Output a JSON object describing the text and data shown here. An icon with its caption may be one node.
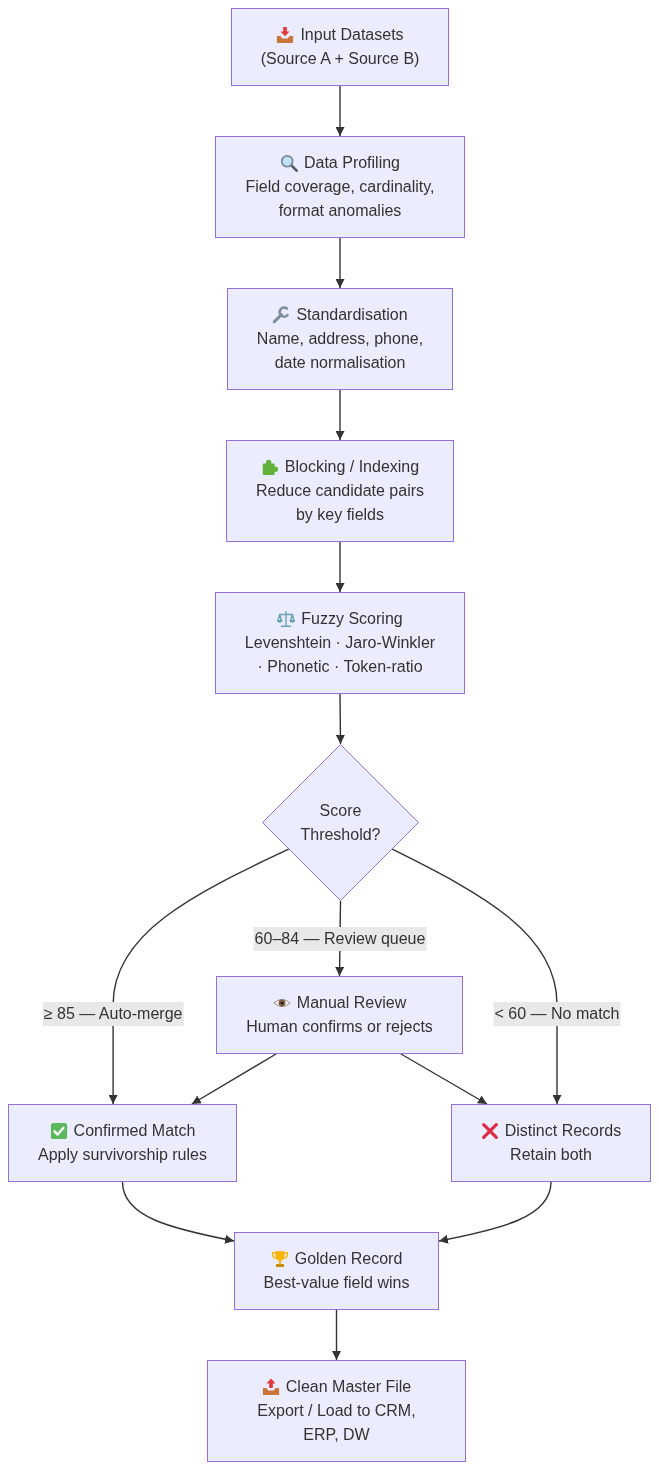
{
  "diagram": {
    "nodes": [
      {
        "text": [
          "Input Datasets",
          "(Source A + Source B)"
        ]
      },
      {
        "text": [
          "Data Profiling",
          "Field coverage, cardinality, format anomalies"
        ]
      },
      {
        "text": [
          "Standardisation",
          "Name, address, phone, date normalisation"
        ]
      },
      {
        "text": [
          "Blocking / Indexing",
          "Reduce candidate pairs by key fields"
        ]
      },
      {
        "text": [
          "Fuzzy Scoring",
          "Levenshtein · Jaro-Winkler · Phonetic · Token-ratio"
        ]
      },
      {
        "text": [
          "Score Threshold?"
        ]
      },
      {
        "text": [
          "Manual Review",
          "Human confirms or rejects"
        ]
      },
      {
        "text": [
          "Confirmed Match",
          "Apply survivorship rules"
        ]
      },
      {
        "text": [
          "Distinct Records",
          "Retain both"
        ]
      },
      {
        "text": [
          "Golden Record",
          "Best-value field wins"
        ]
      },
      {
        "text": [
          "Clean Master File",
          "Export / Load to CRM, ERP, DW"
        ]
      }
    ],
    "edges": [
      {
        "from": 0,
        "to": 1,
        "arrow": "to"
      },
      {
        "from": 1,
        "to": 2,
        "arrow": "to"
      },
      {
        "from": 2,
        "to": 3,
        "arrow": "to"
      },
      {
        "from": 3,
        "to": 4,
        "arrow": "to"
      },
      {
        "from": 4,
        "to": 5,
        "arrow": "to"
      },
      {
        "from": 5,
        "to": 7,
        "arrow": "to",
        "label": "≥ 85 — Auto-merge"
      },
      {
        "from": 5,
        "to": 6,
        "arrow": "to",
        "label": "60–84 — Review queue"
      },
      {
        "from": 5,
        "to": 8,
        "arrow": "to",
        "label": "< 60 — No match"
      },
      {
        "from": 6,
        "to": 7,
        "arrow": "to"
      },
      {
        "from": 6,
        "to": 8,
        "arrow": "to"
      },
      {
        "from": 7,
        "to": 9,
        "arrow": "to"
      },
      {
        "from": 8,
        "to": 9,
        "arrow": "to"
      },
      {
        "from": 9,
        "to": 10,
        "arrow": "to"
      }
    ]
  }
}
